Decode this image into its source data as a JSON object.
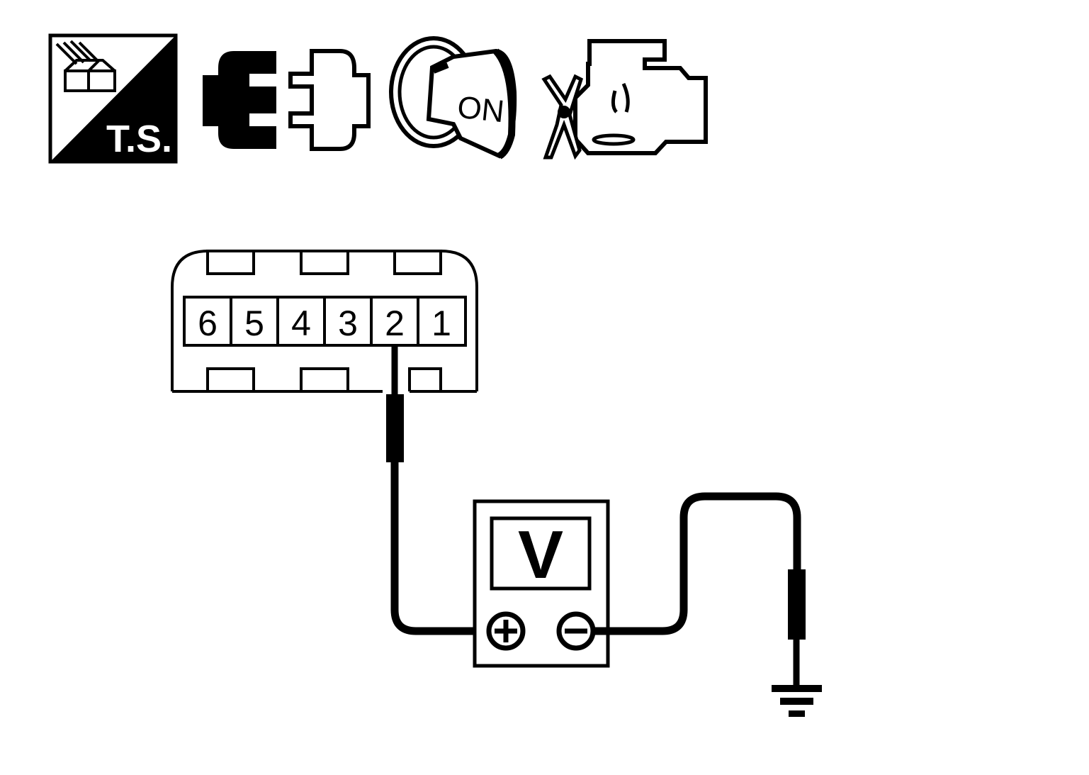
{
  "icons": {
    "ts_badge": {
      "icon": "test-harness-ts-icon",
      "label": "T.S."
    },
    "connectors": {
      "icon": "connector-disconnect-icon"
    },
    "ignition": {
      "icon": "ignition-key-icon",
      "label": "ON"
    },
    "engine": {
      "icon": "engine-stopped-icon"
    }
  },
  "connector": {
    "pins": [
      "6",
      "5",
      "4",
      "3",
      "2",
      "1"
    ],
    "probed_pin": "2"
  },
  "meter": {
    "label": "V",
    "positive_terminal": "plus-terminal-icon",
    "negative_terminal": "minus-terminal-icon"
  },
  "ground": {
    "icon": "ground-symbol-icon"
  },
  "colors": {
    "ink": "#000000",
    "paper": "#ffffff"
  }
}
